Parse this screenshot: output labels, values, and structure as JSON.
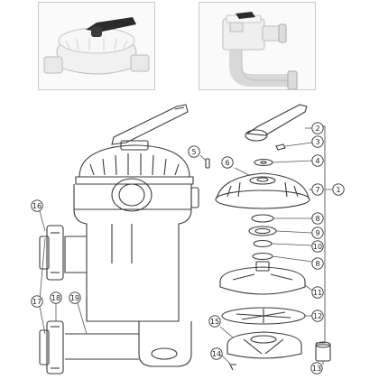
{
  "photos": [
    {
      "subject": "Top-mount multiport valve photo"
    },
    {
      "subject": "Side-mount multiport valve with plumbing photo"
    }
  ],
  "callouts": [
    {
      "label": "1"
    },
    {
      "label": "2"
    },
    {
      "label": "3"
    },
    {
      "label": "4"
    },
    {
      "label": "5"
    },
    {
      "label": "6"
    },
    {
      "label": "7"
    },
    {
      "label": "8"
    },
    {
      "label": "9"
    },
    {
      "label": "10"
    },
    {
      "label": "8"
    },
    {
      "label": "11"
    },
    {
      "label": "12"
    },
    {
      "label": "13"
    },
    {
      "label": "14"
    },
    {
      "label": "15"
    },
    {
      "label": "16"
    },
    {
      "label": "17"
    },
    {
      "label": "18"
    },
    {
      "label": "19"
    }
  ],
  "colors": {
    "line": "#3a3a3a",
    "callout_stroke": "#333333",
    "leader": "#555555",
    "photo_valve_white": "#f3f3f3",
    "photo_handle_dark": "#2b2b2b"
  }
}
